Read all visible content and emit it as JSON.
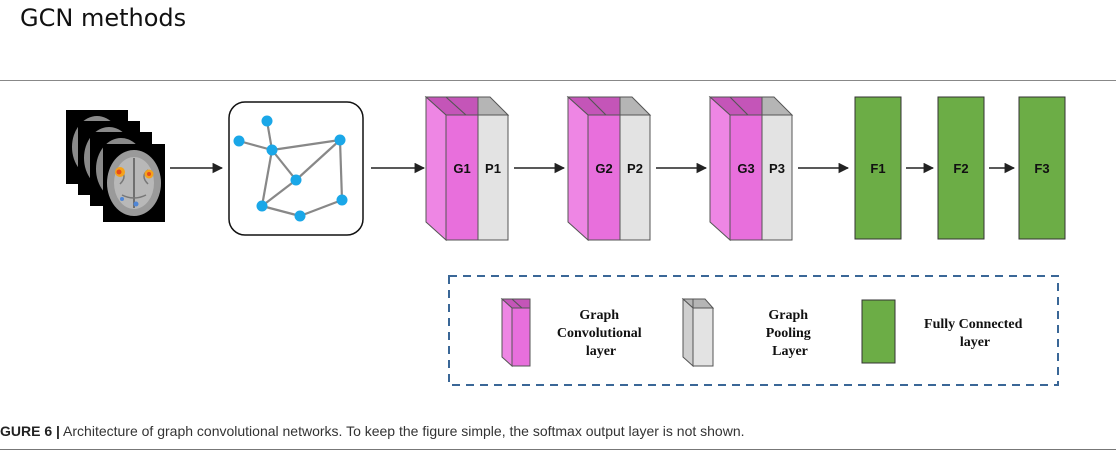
{
  "slide": {
    "title": "GCN methods"
  },
  "diagram": {
    "layers": [
      {
        "id": "G1",
        "label": "G1",
        "type": "graph-conv"
      },
      {
        "id": "P1",
        "label": "P1",
        "type": "graph-pool"
      },
      {
        "id": "G2",
        "label": "G2",
        "type": "graph-conv"
      },
      {
        "id": "P2",
        "label": "P2",
        "type": "graph-pool"
      },
      {
        "id": "G3",
        "label": "G3",
        "type": "graph-conv"
      },
      {
        "id": "P3",
        "label": "P3",
        "type": "graph-pool"
      },
      {
        "id": "F1",
        "label": "F1",
        "type": "fully-connected"
      },
      {
        "id": "F2",
        "label": "F2",
        "type": "fully-connected"
      },
      {
        "id": "F3",
        "label": "F3",
        "type": "fully-connected"
      }
    ],
    "legend": {
      "conv": [
        "Graph",
        "Convolutional",
        "layer"
      ],
      "pool": [
        "Graph",
        "Pooling",
        "Layer"
      ],
      "fc": [
        "Fully Connected",
        "layer"
      ]
    },
    "colors": {
      "conv": "#e86fdc",
      "conv_dark": "#c455b8",
      "pool": "#e3e3e3",
      "pool_dark": "#b5b5b5",
      "fc": "#6cad46",
      "node": "#1aa7e8"
    }
  },
  "caption": {
    "label": "GURE 6 |",
    "text": " Architecture of graph convolutional networks. To keep the figure simple, the softmax output layer is not shown."
  }
}
